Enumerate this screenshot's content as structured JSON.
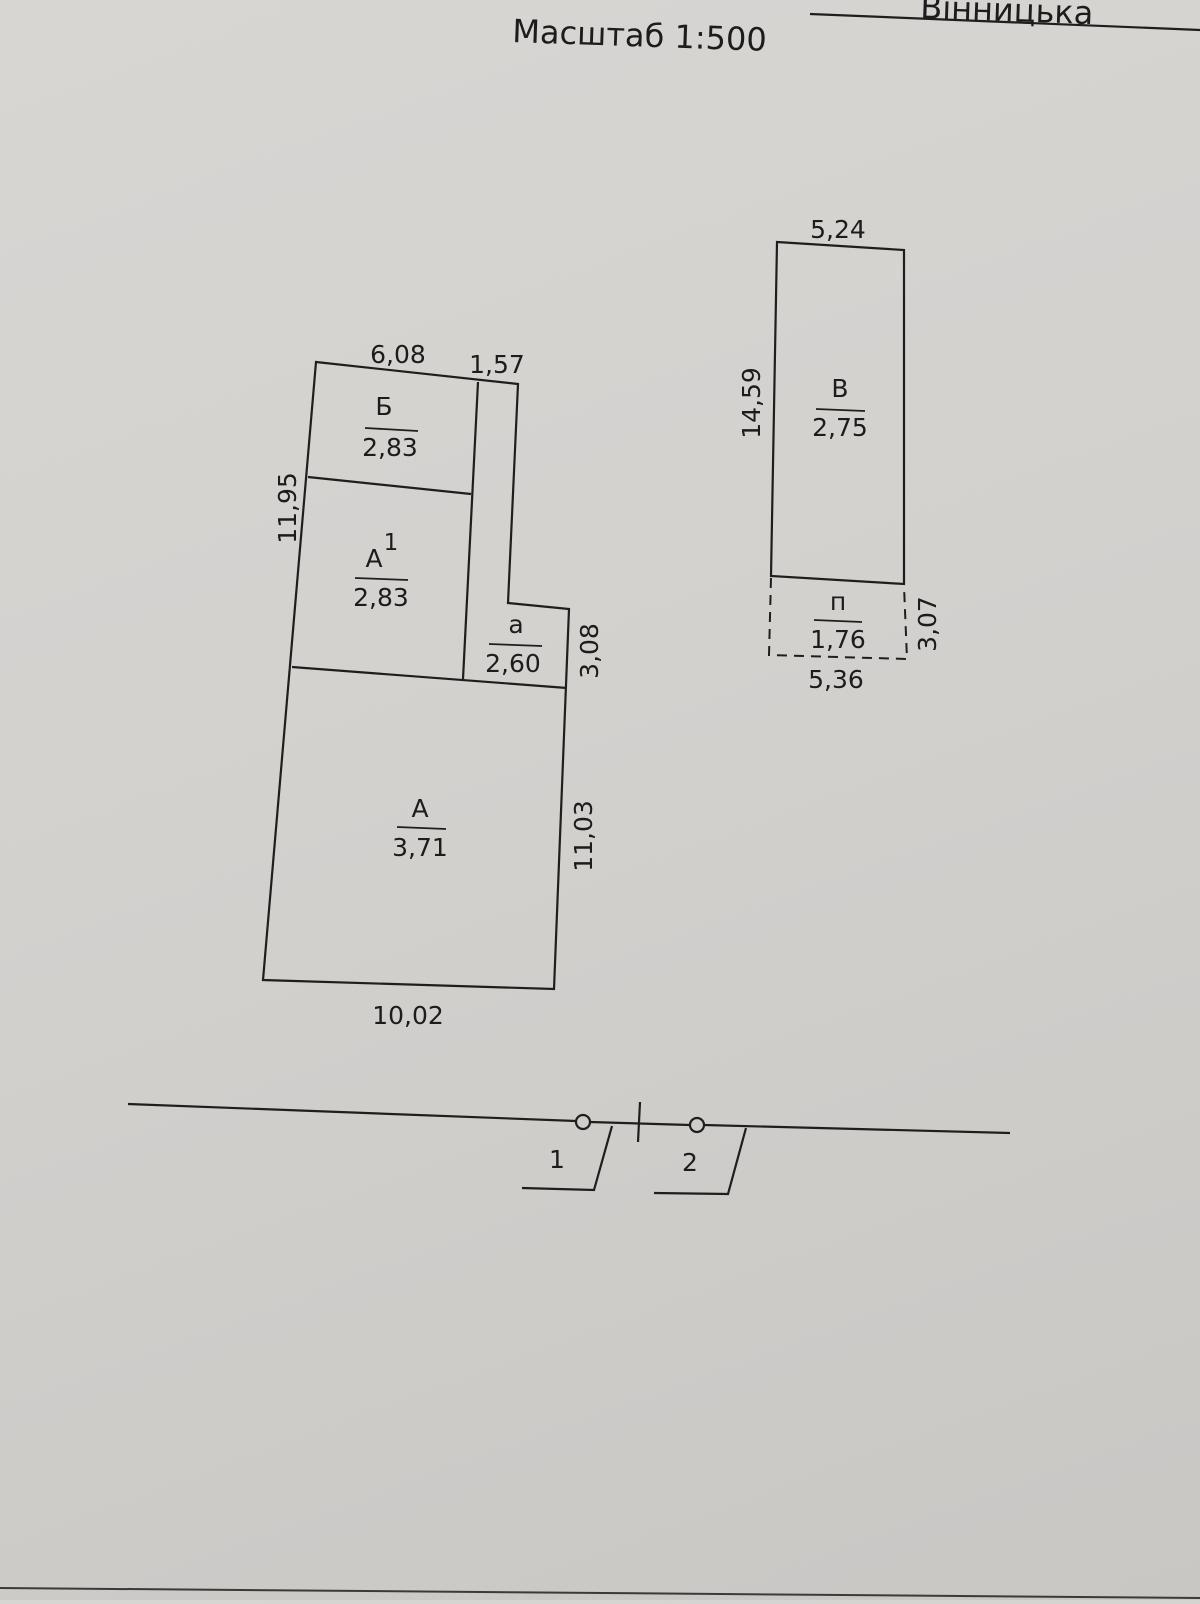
{
  "header": {
    "top_right_text": "Вінницька",
    "scale": "Масштаб 1:500"
  },
  "building_left": {
    "rooms": [
      {
        "letter": "Б",
        "value": "2,83"
      },
      {
        "letter": "А",
        "superscript": "1",
        "value": "2,83"
      },
      {
        "letter": "а",
        "value": "2,60"
      },
      {
        "letter": "А",
        "value": "3,71"
      }
    ],
    "dimensions": {
      "top_main": "6,08",
      "top_strip": "1,57",
      "left": "11,95",
      "right_small": "3,08",
      "right_main": "11,03",
      "bottom": "10,02"
    }
  },
  "building_right": {
    "rooms": [
      {
        "letter": "В",
        "value": "2,75"
      },
      {
        "letter": "п",
        "value": "1,76"
      }
    ],
    "dimensions": {
      "top": "5,24",
      "left": "14,59",
      "right_small": "3,07",
      "bottom": "5,36"
    }
  },
  "gates": [
    {
      "number": "1"
    },
    {
      "number": "2"
    }
  ]
}
